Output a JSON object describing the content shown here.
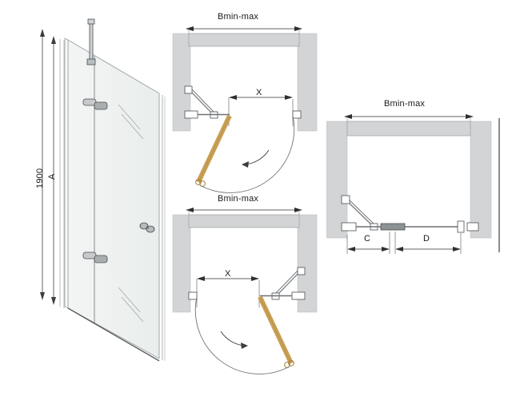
{
  "drawing": {
    "title": "Shower enclosure technical drawing",
    "colors": {
      "glass": "#eef1f0",
      "glass_edge": "#9aa0a3",
      "wall": "#d2d4d6",
      "line": "#3c3c3c",
      "door_panel": "#c9a055",
      "door_panel_edge": "#a8823a",
      "text": "#1a1a1a",
      "background": "#ffffff"
    },
    "views": [
      {
        "id": "elevation-left",
        "name": "front-elevation-view",
        "labels": [
          {
            "id": "height-total",
            "text": "1900",
            "orientation": "vertical"
          },
          {
            "id": "height-a",
            "text": "A",
            "orientation": "vertical"
          }
        ],
        "parts": [
          "top-support-bar",
          "upper-hinge",
          "lower-hinge",
          "door-handle-knob",
          "fixed-glass-panel",
          "door-glass-panel"
        ]
      },
      {
        "id": "plan-top-middle",
        "name": "plan-view-left-hinge",
        "labels": [
          {
            "id": "width-bminmax",
            "text": "Bmin-max",
            "orientation": "horizontal"
          },
          {
            "id": "opening-x",
            "text": "X",
            "orientation": "horizontal"
          }
        ],
        "swing": "clockwise-from-right",
        "parts": [
          "wall-left",
          "wall-right",
          "back-wall",
          "support-arm",
          "door-leaf",
          "swing-arc",
          "swing-arrow"
        ]
      },
      {
        "id": "plan-bottom-middle",
        "name": "plan-view-right-hinge",
        "labels": [
          {
            "id": "width-bminmax",
            "text": "Bmin-max",
            "orientation": "horizontal"
          },
          {
            "id": "opening-x",
            "text": "X",
            "orientation": "horizontal"
          }
        ],
        "swing": "counter-clockwise-from-left",
        "parts": [
          "wall-left",
          "wall-right",
          "back-wall",
          "support-arm",
          "door-leaf",
          "swing-arc",
          "swing-arrow"
        ]
      },
      {
        "id": "plan-right",
        "name": "plan-view-closed",
        "labels": [
          {
            "id": "width-bminmax",
            "text": "Bmin-max",
            "orientation": "horizontal"
          },
          {
            "id": "segment-c",
            "text": "C",
            "orientation": "horizontal"
          },
          {
            "id": "segment-d",
            "text": "D",
            "orientation": "horizontal"
          }
        ],
        "parts": [
          "wall-left",
          "wall-right",
          "back-wall",
          "support-arm",
          "door-closed",
          "hinge-block",
          "edge-line"
        ]
      }
    ]
  }
}
